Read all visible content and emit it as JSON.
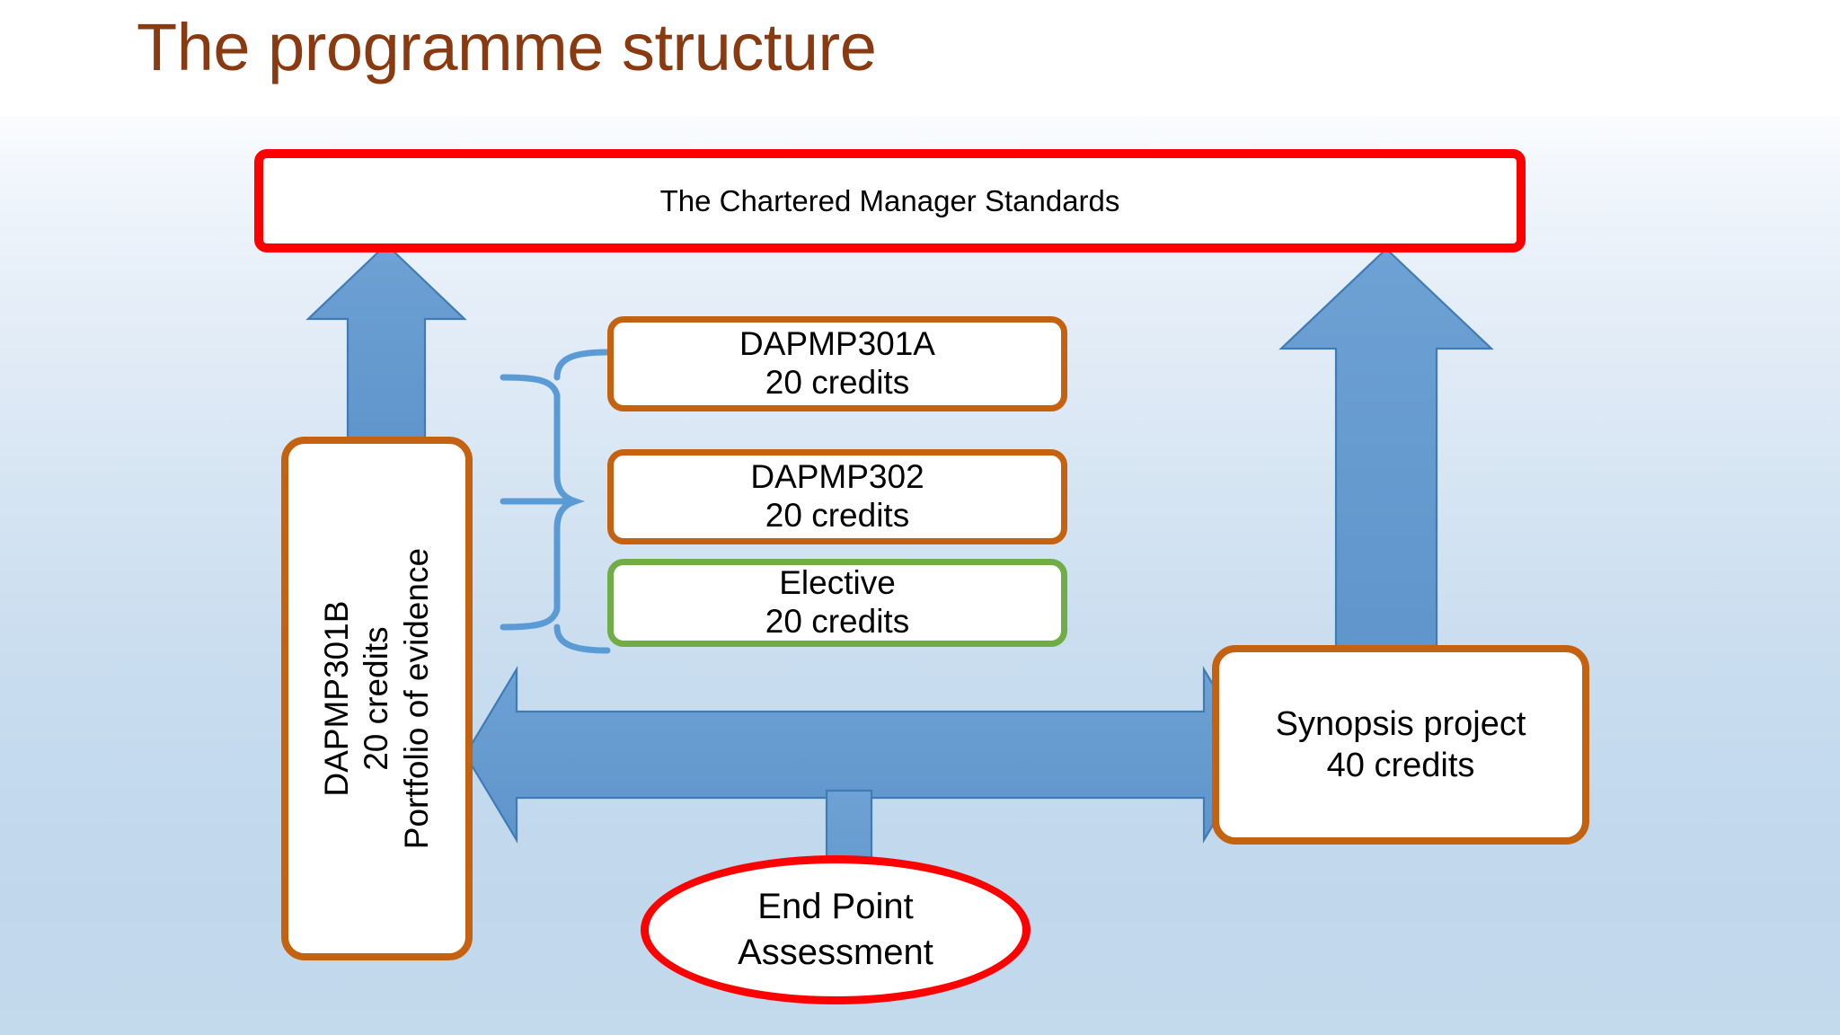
{
  "slide": {
    "title": "The programme structure",
    "title_color": "#8a3a10",
    "background_top_color": "#ffffff",
    "background_bottom_color": "#c3d9ec"
  },
  "standards": {
    "label": "The Chartered Manager Standards",
    "border_color": "#ff0000"
  },
  "modules": [
    {
      "code": "DAPMP301A",
      "credits": "20 credits",
      "border_color": "#c5620f"
    },
    {
      "code": "DAPMP302",
      "credits": "20 credits",
      "border_color": "#c5620f"
    },
    {
      "code": "Elective",
      "credits": "20 credits",
      "border_color": "#70ad47"
    }
  ],
  "portfolio": {
    "code": "DAPMP301B",
    "credits": "20 credits",
    "description": "Portfolio  of evidence",
    "border_color": "#c5620f"
  },
  "synopsis": {
    "title": "Synopsis project",
    "credits": "40 credits",
    "border_color": "#c5620f"
  },
  "assessment": {
    "line1": "End Point",
    "line2": "Assessment",
    "border_color": "#ff0000"
  },
  "connectors": {
    "arrow_fill": "#6499d1",
    "arrow_stroke": "#3f7bb5",
    "brace_color": "#5b9bd5",
    "left_arrow_up": "portfolio-to-standards-arrow",
    "right_arrow_up": "synopsis-to-standards-arrow",
    "horizontal_double_arrow": "portfolio-synopsis-double-arrow",
    "down_arrow": "to-end-point-assessment-arrow",
    "brace": "modules-brace-connector"
  }
}
